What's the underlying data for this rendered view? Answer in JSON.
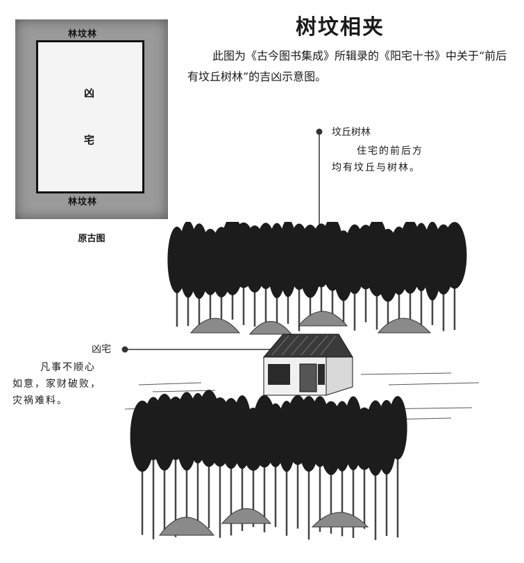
{
  "original_diagram": {
    "top_label": "林坟林",
    "bottom_label": "林坟林",
    "center_char_1": "凶",
    "center_char_2": "宅",
    "caption": "原古图"
  },
  "title": "树坟相夹",
  "intro": "此图为《古今图书集成》所辑录的《阳宅十书》中关于“前后有坟丘树林”的吉凶示意图。",
  "annotations": {
    "tombs_trees": {
      "title": "坟丘树林",
      "line1": "住宅的前后方",
      "line2": "均有坟丘与树林。"
    },
    "bad_house": {
      "title": "凶宅",
      "line1": "凡事不顺心",
      "line2": "如意，家财破败，",
      "line3": "灾祸难料。"
    }
  }
}
